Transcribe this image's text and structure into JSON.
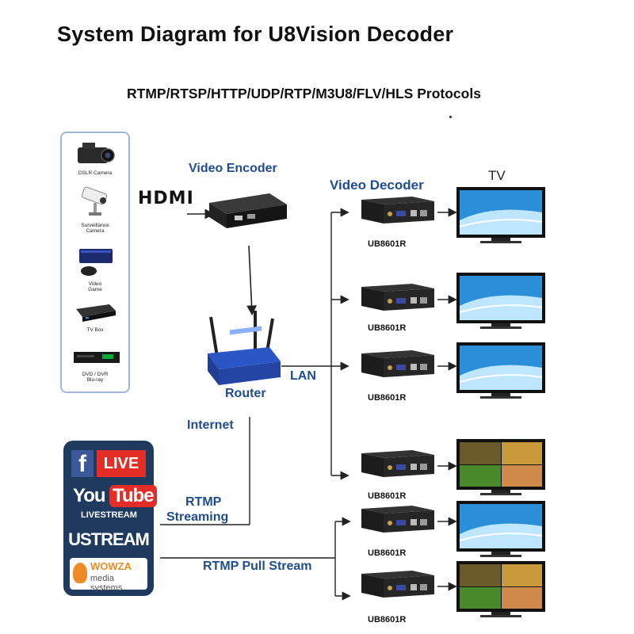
{
  "title": "System Diagram for U8Vision Decoder",
  "subtitle": "RTMP/RTSP/HTTP/UDP/RTP/M3U8/FLV/HLS Protocols",
  "sources": [
    {
      "caption_lines": [
        "DSLR Camera"
      ],
      "icon": "camera-icon"
    },
    {
      "caption_lines": [
        "Surveillance",
        "Camera"
      ],
      "icon": "surveillance-camera-icon"
    },
    {
      "caption_lines": [
        "Video",
        "Game"
      ],
      "icon": "game-console-icon"
    },
    {
      "caption_lines": [
        "TV Box"
      ],
      "icon": "tv-box-icon"
    },
    {
      "caption_lines": [
        "DVD / DVR",
        "Blu-ray"
      ],
      "icon": "dvd-player-icon"
    }
  ],
  "hdmi_logo": "HDMI",
  "encoder_label": "Video Encoder",
  "router_label": "Router",
  "lan_label": "LAN",
  "internet_label": "Internet",
  "rtmp_streaming_lines": [
    "RTMP",
    "Streaming"
  ],
  "rtmp_pull_label": "RTMP Pull Stream",
  "decoder_heading": "Video Decoder",
  "tv_label": "TV",
  "decoders": [
    {
      "model": "UB8601R",
      "screen": "wave"
    },
    {
      "model": "UB8601R",
      "screen": "wave"
    },
    {
      "model": "UB8601R",
      "screen": "wave"
    },
    {
      "model": "UB8601R",
      "screen": "quad"
    },
    {
      "model": "UB8601R",
      "screen": "wave"
    },
    {
      "model": "UB8601R",
      "screen": "quad"
    }
  ],
  "streaming_logos": {
    "facebook": {
      "letter": "f",
      "text": "LIVE"
    },
    "youtube": {
      "part1": "You",
      "part2": "Tube",
      "sub": "LIVESTREAM"
    },
    "ustream": "USTREAM",
    "wowza": {
      "name": "WOWZA",
      "sub": "media systems"
    }
  },
  "colors": {
    "accent_blue": "#1f4d8f",
    "line": "#222222",
    "facebook": "#3b5998",
    "youtube": "#e52d27",
    "wowza": "#f08a24"
  }
}
